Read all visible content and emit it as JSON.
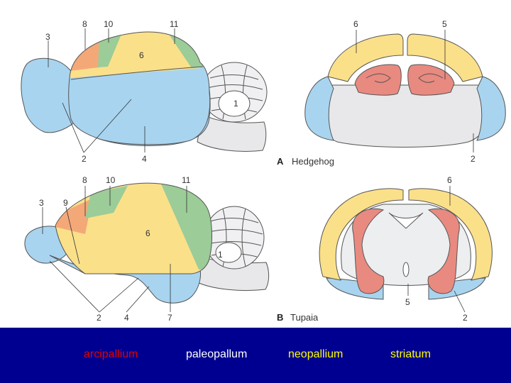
{
  "colors": {
    "paleopallium_blue": "#a8d4ef",
    "neopallium_yellow": "#fbe08a",
    "archipallium_orange": "#f4a878",
    "green": "#9ccc98",
    "striatum_red": "#e88a80",
    "brainstem_gray": "#e8e8ea",
    "legend_bg": "#000090"
  },
  "figure": {
    "panel_a": {
      "letter": "A",
      "species": "Hedgehog",
      "labels": [
        "3",
        "8",
        "10",
        "11",
        "6",
        "1",
        "2",
        "4",
        "6",
        "5",
        "2"
      ]
    },
    "panel_b": {
      "letter": "B",
      "species": "Tupaia",
      "labels": [
        "3",
        "9",
        "8",
        "10",
        "11",
        "6",
        "1",
        "2",
        "4",
        "7",
        "6",
        "5",
        "2"
      ]
    }
  },
  "legend": {
    "items": [
      {
        "label": "arcipallium",
        "color": "#e00000"
      },
      {
        "label": "paleopallum",
        "color": "#ffffff"
      },
      {
        "label": "neopallium",
        "color": "#ffff00"
      },
      {
        "label": "striatum",
        "color": "#ffff00"
      }
    ]
  }
}
